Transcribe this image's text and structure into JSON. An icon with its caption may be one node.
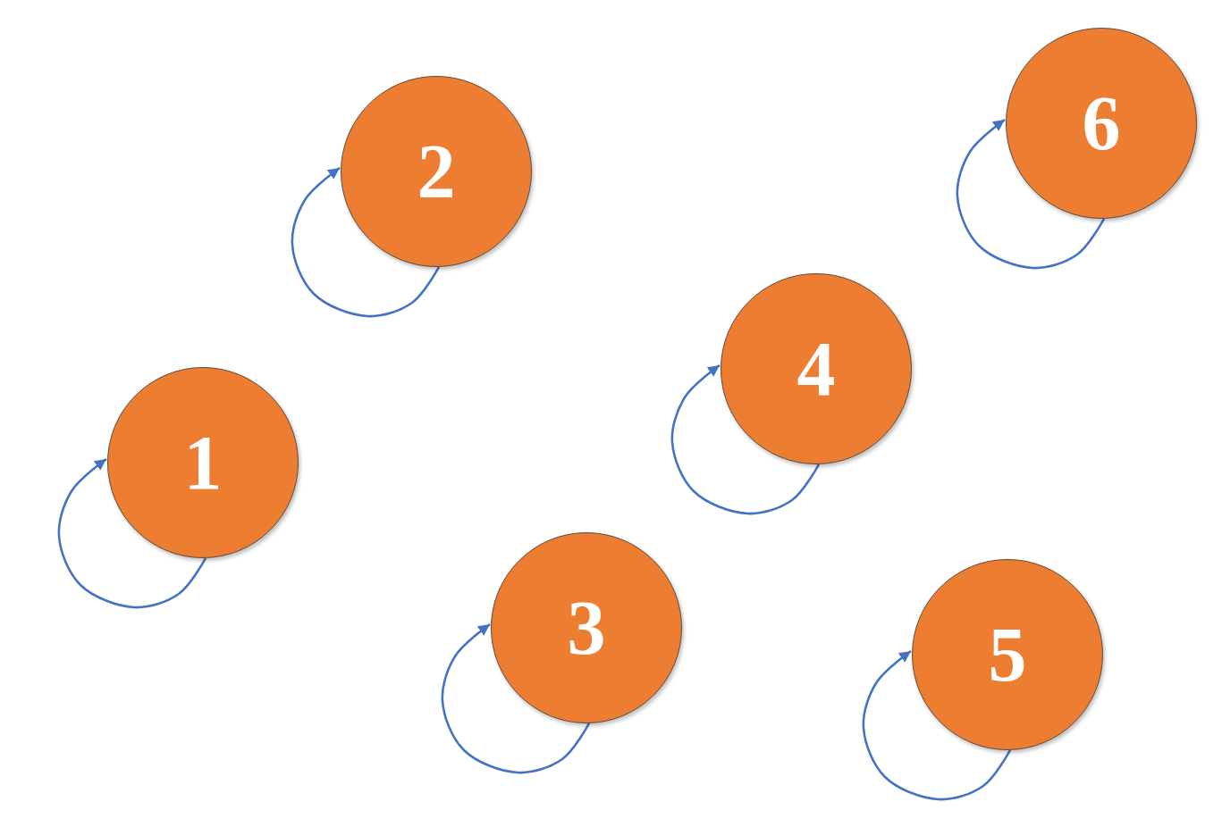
{
  "diagram": {
    "nodes": [
      {
        "text": [
          "1"
        ]
      },
      {
        "text": [
          "2"
        ]
      },
      {
        "text": [
          "3"
        ]
      },
      {
        "text": [
          "4"
        ]
      },
      {
        "text": [
          "5"
        ]
      },
      {
        "text": [
          "6"
        ]
      }
    ],
    "edges": [
      {
        "from": 0,
        "to": 0,
        "arrow": "to"
      },
      {
        "from": 1,
        "to": 1,
        "arrow": "to"
      },
      {
        "from": 2,
        "to": 2,
        "arrow": "to"
      },
      {
        "from": 3,
        "to": 3,
        "arrow": "to"
      },
      {
        "from": 4,
        "to": 4,
        "arrow": "to"
      },
      {
        "from": 5,
        "to": 5,
        "arrow": "to"
      }
    ]
  }
}
